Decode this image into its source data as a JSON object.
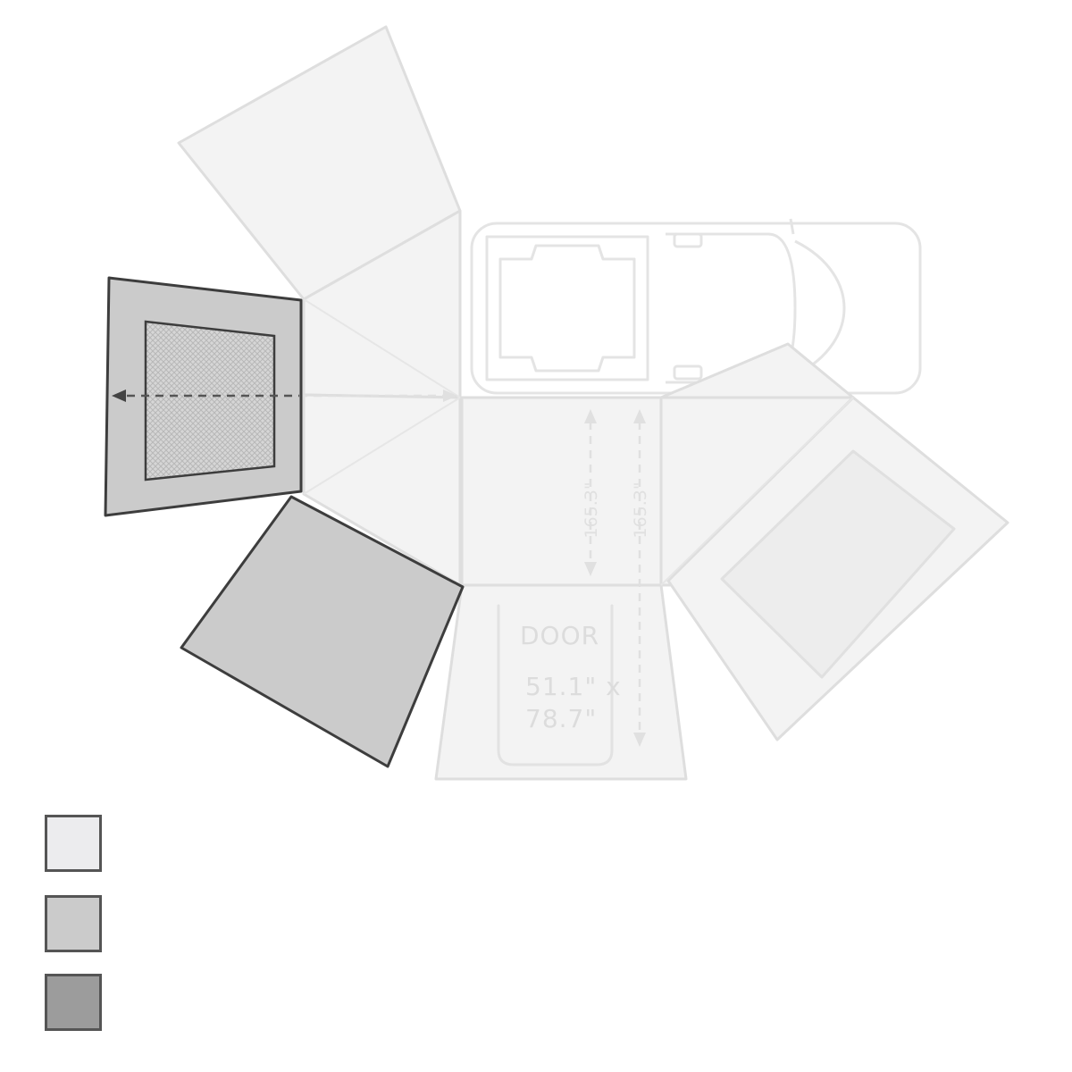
{
  "diagram": {
    "door_label": "DOOR",
    "door_size_line1": "51.1\" x",
    "door_size_line2": "78.7\"",
    "height_dimension_1": "165.3\"",
    "height_dimension_2": "165.3\""
  },
  "legend": [
    {
      "color": "#ececee"
    },
    {
      "color": "#cbcbcb"
    },
    {
      "color": "#9c9c9c"
    }
  ],
  "colors": {
    "faint_panel": "#f3f3f3",
    "highlight_panel": "#cbcbcb",
    "highlight_stroke": "#3d3d3d",
    "mesh_window": "#d4d4d4"
  }
}
